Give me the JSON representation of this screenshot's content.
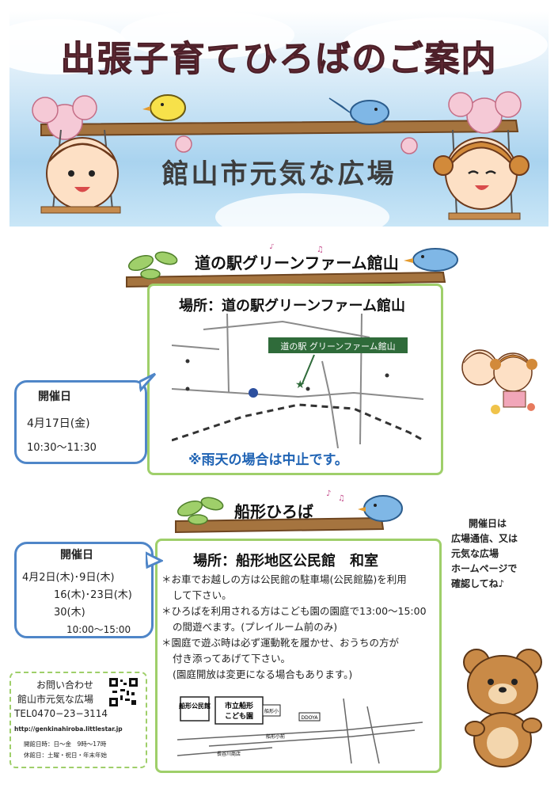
{
  "header": {
    "title": "出張子育てひろばのご案内",
    "subtitle": "館山市元気な広場"
  },
  "section1": {
    "heading": "道の駅グリーンファーム館山",
    "place": "場所：道の駅グリーンファーム館山",
    "map_label": "道の駅 グリーンファーム館山",
    "rain_note": "※雨天の場合は中止です。",
    "schedule": {
      "label": "開催日",
      "date": "4月17日(金)",
      "time": "10:30〜11:30"
    }
  },
  "section2": {
    "heading": "船形ひろば",
    "place": "場所：船形地区公民館　和室",
    "schedule": {
      "label": "開催日",
      "line1": "4月2日(木)･9日(木)",
      "line2": "16(木)･23日(木)",
      "line3": "30(木)",
      "time": "10:00〜15:00"
    },
    "notes": [
      "＊お車でお越しの方は公民館の駐車場(公民館脇)を利用",
      "して下さい。",
      "＊ひろばを利用される方はこども園の園庭で13:00〜15:00",
      "の間遊べます。(プレイルーム前のみ)",
      "＊園庭で遊ぶ時は必ず運動靴を履かせ、おうちの方が",
      "付き添ってあげて下さい。",
      "(園庭開放は変更になる場合もあります。)"
    ],
    "map": {
      "hall": "船形公民館",
      "kinder_line1": "市立船形",
      "kinder_line2": "こども園",
      "school": "船形小",
      "store": "DDOYA",
      "school2": "船形小前",
      "road": "長谷川商店"
    }
  },
  "side_note": [
    "開催日は",
    "広場通信、又は",
    "元気な広場",
    "ホームページで",
    "確認してね♪"
  ],
  "contact": {
    "title": "お問い合わせ",
    "org": "館山市元気な広場",
    "tel": "TEL0470−23−3114",
    "url": "http://genkinahiroba.littlestar.jp",
    "hours": "開館日時：日〜金　9時〜17時",
    "closed": "休館日：土曜・祝日・年末年始"
  },
  "colors": {
    "box_border": "#9fcf6a",
    "bubble_border": "#4f86c8",
    "title_color": "#6d2f3a",
    "alert_blue": "#1f63b4"
  }
}
